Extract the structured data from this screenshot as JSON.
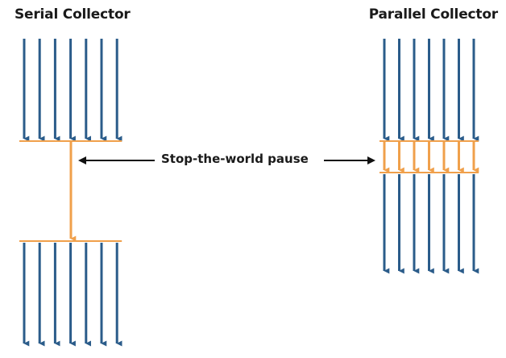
{
  "serial": {
    "title": "Serial Collector",
    "thread_count": 7,
    "gc_thread_count": 1
  },
  "parallel": {
    "title": "Parallel Collector",
    "thread_count": 7,
    "gc_thread_count": 7
  },
  "pause_label": "Stop-the-world pause",
  "colors": {
    "app_thread": "#2b5c8a",
    "gc_thread": "#f0a04b",
    "arrow": "#111111",
    "text": "#1a1a1a"
  }
}
